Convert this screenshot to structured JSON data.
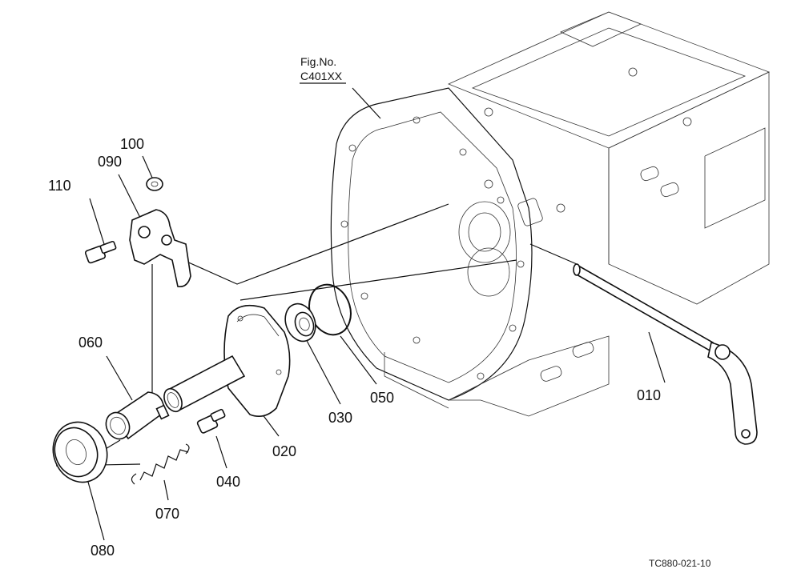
{
  "figure": {
    "ref_prefix": "Fig.No.",
    "ref_code": "C401XX",
    "drawing_code": "TC880-021-10"
  },
  "callouts": [
    {
      "id": "010",
      "text": "010"
    },
    {
      "id": "020",
      "text": "020"
    },
    {
      "id": "030",
      "text": "030"
    },
    {
      "id": "040",
      "text": "040"
    },
    {
      "id": "050",
      "text": "050"
    },
    {
      "id": "060",
      "text": "060"
    },
    {
      "id": "070",
      "text": "070"
    },
    {
      "id": "080",
      "text": "080"
    },
    {
      "id": "090",
      "text": "090"
    },
    {
      "id": "100",
      "text": "100"
    },
    {
      "id": "110",
      "text": "110"
    }
  ]
}
